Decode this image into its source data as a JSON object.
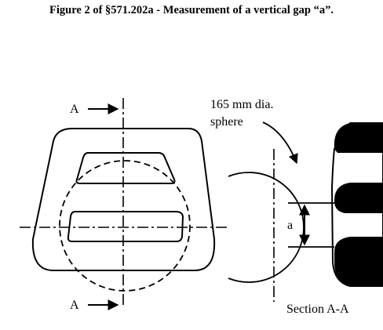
{
  "figure_title": "Figure 2 of §571.202a  - Measurement of a vertical gap “a”.",
  "labels": {
    "section_marker_top": "A",
    "section_marker_bottom": "A",
    "sphere_line1": "165 mm dia.",
    "sphere_line2": "sphere",
    "gap_label": "a",
    "section_caption": "Section A-A"
  },
  "colors": {
    "ink": "#000000",
    "background": "#ffffff"
  }
}
